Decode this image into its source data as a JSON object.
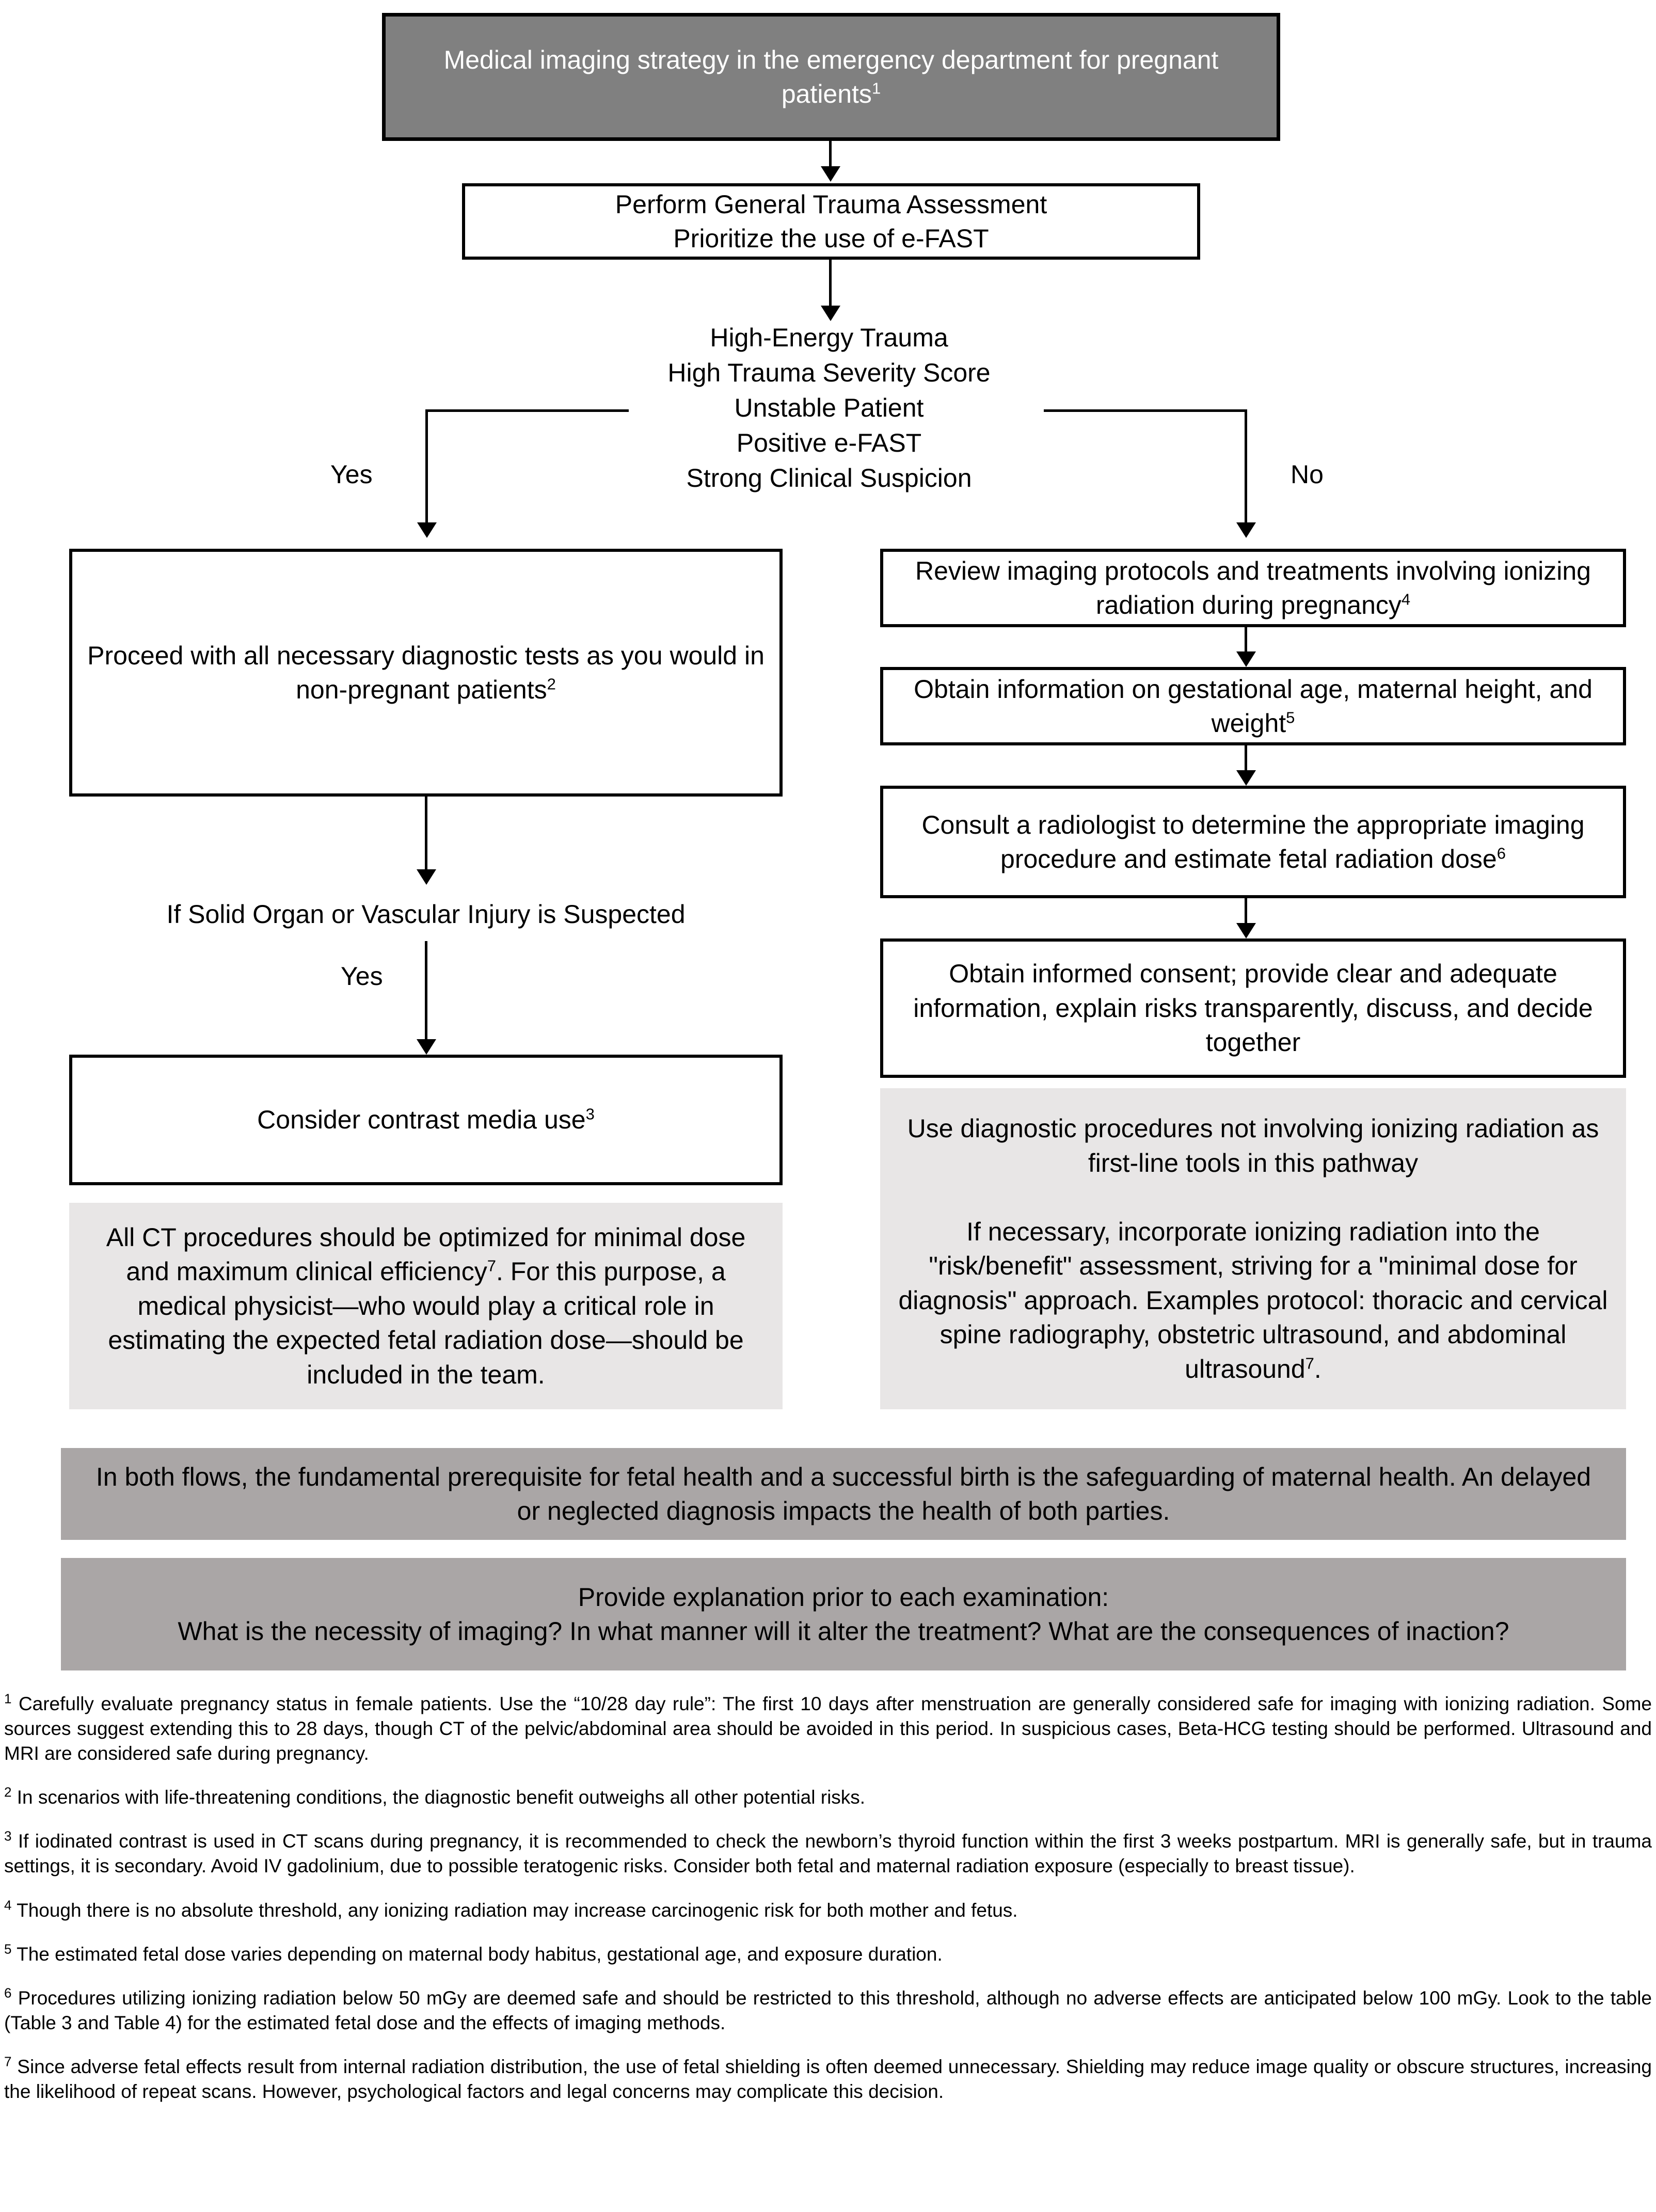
{
  "title": {
    "text": "Medical imaging strategy in the emergency department for pregnant patients",
    "footnote_marker": "1",
    "bg_color": "#808080",
    "text_color": "#ffffff"
  },
  "nodes": {
    "assessment": {
      "line1": "Perform General Trauma Assessment",
      "line2": "Prioritize the use of e-FAST"
    },
    "decision_criteria": [
      "High-Energy Trauma",
      "High Trauma Severity Score",
      "Unstable Patient",
      "Positive e-FAST",
      "Strong Clinical Suspicion"
    ],
    "branch_yes_label": "Yes",
    "branch_no_label": "No",
    "left_proceed": {
      "text": "Proceed with all necessary diagnostic tests as you would in non-pregnant patients",
      "footnote_marker": "2"
    },
    "left_condition": "If Solid Organ or Vascular Injury is Suspected",
    "left_condition_yes": "Yes",
    "left_contrast": {
      "text": "Consider contrast media use",
      "footnote_marker": "3"
    },
    "left_note": {
      "text": "All CT procedures should be optimized for minimal dose and maximum clinical efficiency",
      "footnote_marker": "7",
      "text_after": ". For this purpose, a medical physicist—who would play a critical role in estimating the expected fetal radiation dose—should be included in the team."
    },
    "right_review": {
      "text": "Review imaging protocols and treatments involving ionizing radiation during pregnancy",
      "footnote_marker": "4"
    },
    "right_obtain_info": {
      "text": "Obtain information on gestational age, maternal height, and weight",
      "footnote_marker": "5"
    },
    "right_consult": {
      "text": "Consult a radiologist to determine the appropriate imaging procedure and estimate fetal radiation dose",
      "footnote_marker": "6"
    },
    "right_consent": {
      "text": "Obtain informed consent; provide clear and adequate information, explain risks transparently, discuss, and decide together"
    },
    "right_note": {
      "para1": "Use diagnostic procedures not involving ionizing radiation as first-line tools in this pathway",
      "para2_before": "If necessary, incorporate ionizing radiation into the \"risk/benefit\" assessment, striving for a \"minimal dose for diagnosis\" approach. Examples protocol: thoracic and cervical spine radiography, obstetric ultrasound, and abdominal ultrasound",
      "footnote_marker": "7",
      "para2_after": "."
    },
    "banner_maternal": "In both flows, the fundamental prerequisite for fetal health and a successful birth is the safeguarding of maternal health. An delayed or neglected diagnosis impacts the health of both parties.",
    "banner_explanation_line1": "Provide explanation prior to each examination:",
    "banner_explanation_line2": "What is the necessity of imaging? In what manner will it alter the treatment? What are the consequences of inaction?"
  },
  "footnotes": [
    {
      "marker": "1",
      "text": "Carefully evaluate pregnancy status in female patients. Use the “10/28 day rule”: The first 10 days after menstruation are generally considered safe for imaging with ionizing radiation. Some sources suggest extending this to 28 days, though CT of the pelvic/abdominal area should be avoided in this period. In suspicious cases, Beta-HCG testing should be performed. Ultrasound and MRI are considered safe during pregnancy."
    },
    {
      "marker": "2",
      "text": "In scenarios with life-threatening conditions, the diagnostic benefit outweighs all other potential risks."
    },
    {
      "marker": "3",
      "text": "If iodinated contrast is used in CT scans during pregnancy, it is recommended to check the newborn’s thyroid function within the first 3 weeks postpartum. MRI is generally safe, but in trauma settings, it is secondary. Avoid IV gadolinium, due to possible teratogenic risks. Consider both fetal and maternal radiation exposure (especially to breast tissue)."
    },
    {
      "marker": "4",
      "text": "Though there is no absolute threshold, any ionizing radiation may increase carcinogenic risk for both mother and fetus."
    },
    {
      "marker": "5",
      "text": "The estimated fetal dose varies depending on maternal body habitus, gestational age, and exposure duration."
    },
    {
      "marker": "6",
      "text": "Procedures utilizing ionizing radiation below 50 mGy are deemed safe and should be restricted to this threshold, although no adverse effects are anticipated below 100 mGy. Look to the table (Table 3 and Table 4) for the estimated fetal dose and the effects of imaging methods."
    },
    {
      "marker": "7",
      "text": "Since adverse fetal effects result from internal radiation distribution, the use of fetal shielding is often deemed unnecessary. Shielding may reduce image quality or obscure structures, increasing the likelihood of repeat scans. However, psychological factors and legal concerns may complicate this decision."
    }
  ]
}
